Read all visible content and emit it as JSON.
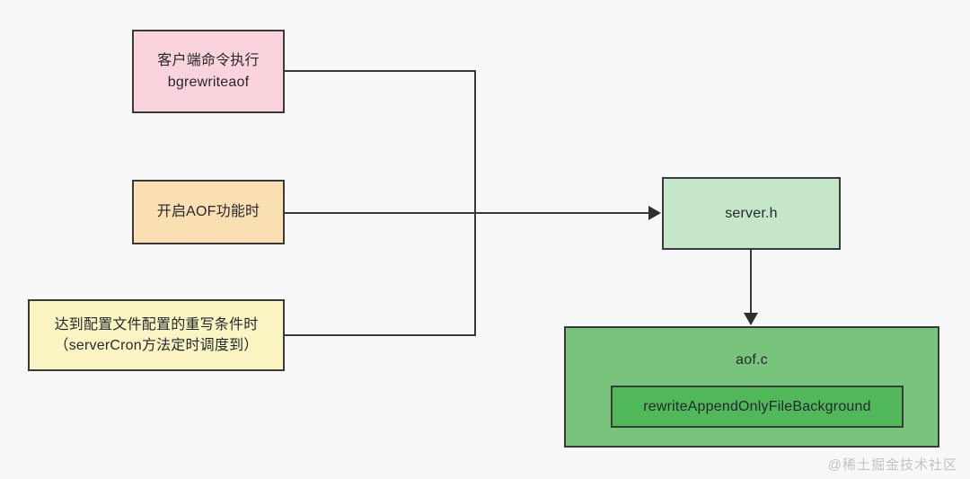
{
  "diagram": {
    "background_color": "#f8f8f8",
    "edge_color": "#3a3a3a",
    "nodes": {
      "trigger_client_command": {
        "label": "客户端命令执行\nbgrewriteaof",
        "color": "#fbd3dc"
      },
      "trigger_enable_aof": {
        "label": "开启AOF功能时",
        "color": "#fadfb3"
      },
      "trigger_config_condition": {
        "label": "达到配置文件配置的重写条件时\n（serverCron方法定时调度到）",
        "color": "#fbf5c4"
      },
      "server_h": {
        "label": "server.h",
        "color": "#c6e6c9"
      },
      "aof_c": {
        "label": "aof.c",
        "color": "#78c47d"
      },
      "rewrite_function": {
        "label": "rewriteAppendOnlyFileBackground",
        "color": "#51b85a"
      }
    },
    "watermark": "@稀土掘金技术社区"
  }
}
